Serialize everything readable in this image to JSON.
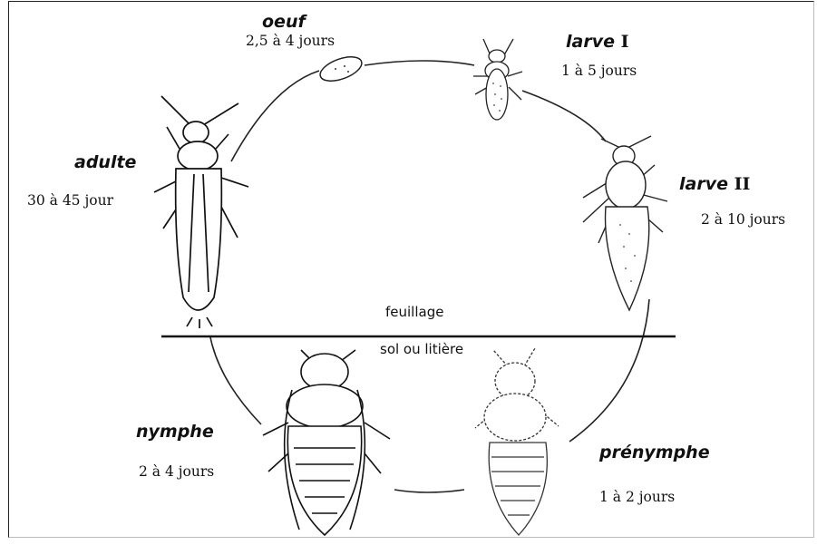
{
  "stages": {
    "oeuf": {
      "name": "oeuf",
      "duration": "2,5 à 4 jours"
    },
    "larve1": {
      "name": "larve",
      "numeral": "I",
      "duration": "1 à 5 jours"
    },
    "larve2": {
      "name": "larve",
      "numeral": "II",
      "duration": "2 à 10 jours"
    },
    "prenymphe": {
      "name": "prénymphe",
      "duration": "1 à 2 jours"
    },
    "nymphe": {
      "name": "nymphe",
      "duration": "2 à 4 jours"
    },
    "adulte": {
      "name": "adulte",
      "duration": "30 à 45 jour"
    }
  },
  "zones": {
    "above": "feuillage",
    "below": "sol ou litière"
  }
}
